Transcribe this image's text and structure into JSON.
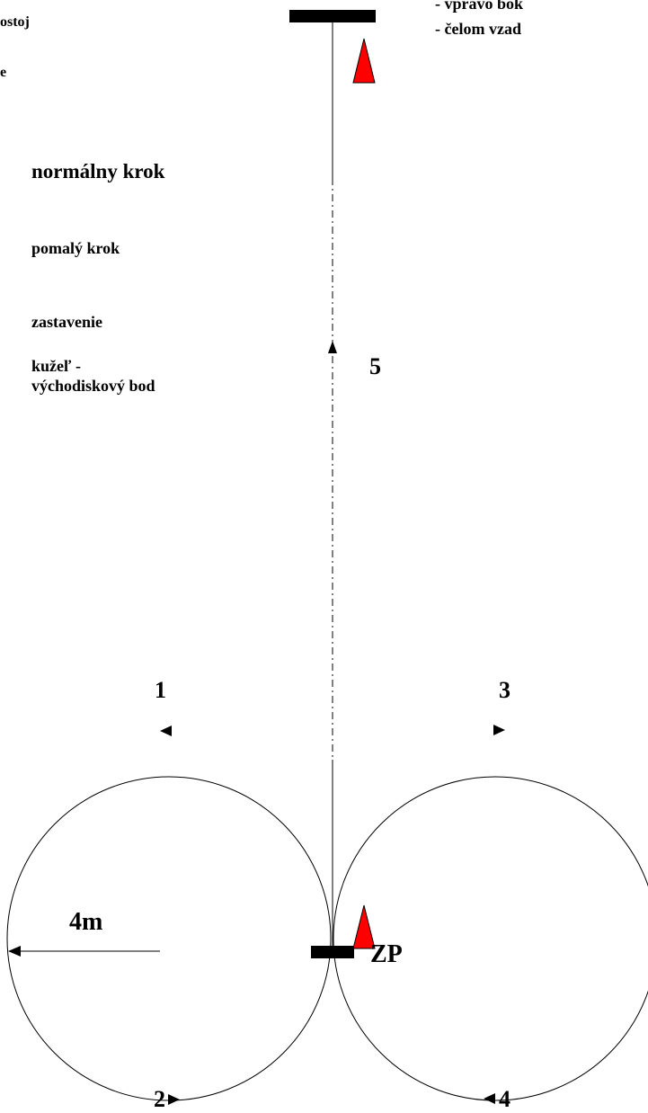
{
  "legend": {
    "postoj": "ostoj",
    "e": "e",
    "normal_step": "normálny krok",
    "slow_step": "pomalý krok",
    "stop": "zastavenie",
    "cone_line1": "kužeľ -",
    "cone_line2": "východiskový bod"
  },
  "commands": {
    "right_flank": "-  vpravo bok",
    "about_face": "-  čelom vzad"
  },
  "labels": {
    "n1": "1",
    "n2": "2",
    "n3": "3",
    "n4": "4",
    "n5": "5",
    "radius": "4m",
    "start_point": "ZP"
  },
  "colors": {
    "cone": "#ff0000",
    "ink": "#000000"
  }
}
